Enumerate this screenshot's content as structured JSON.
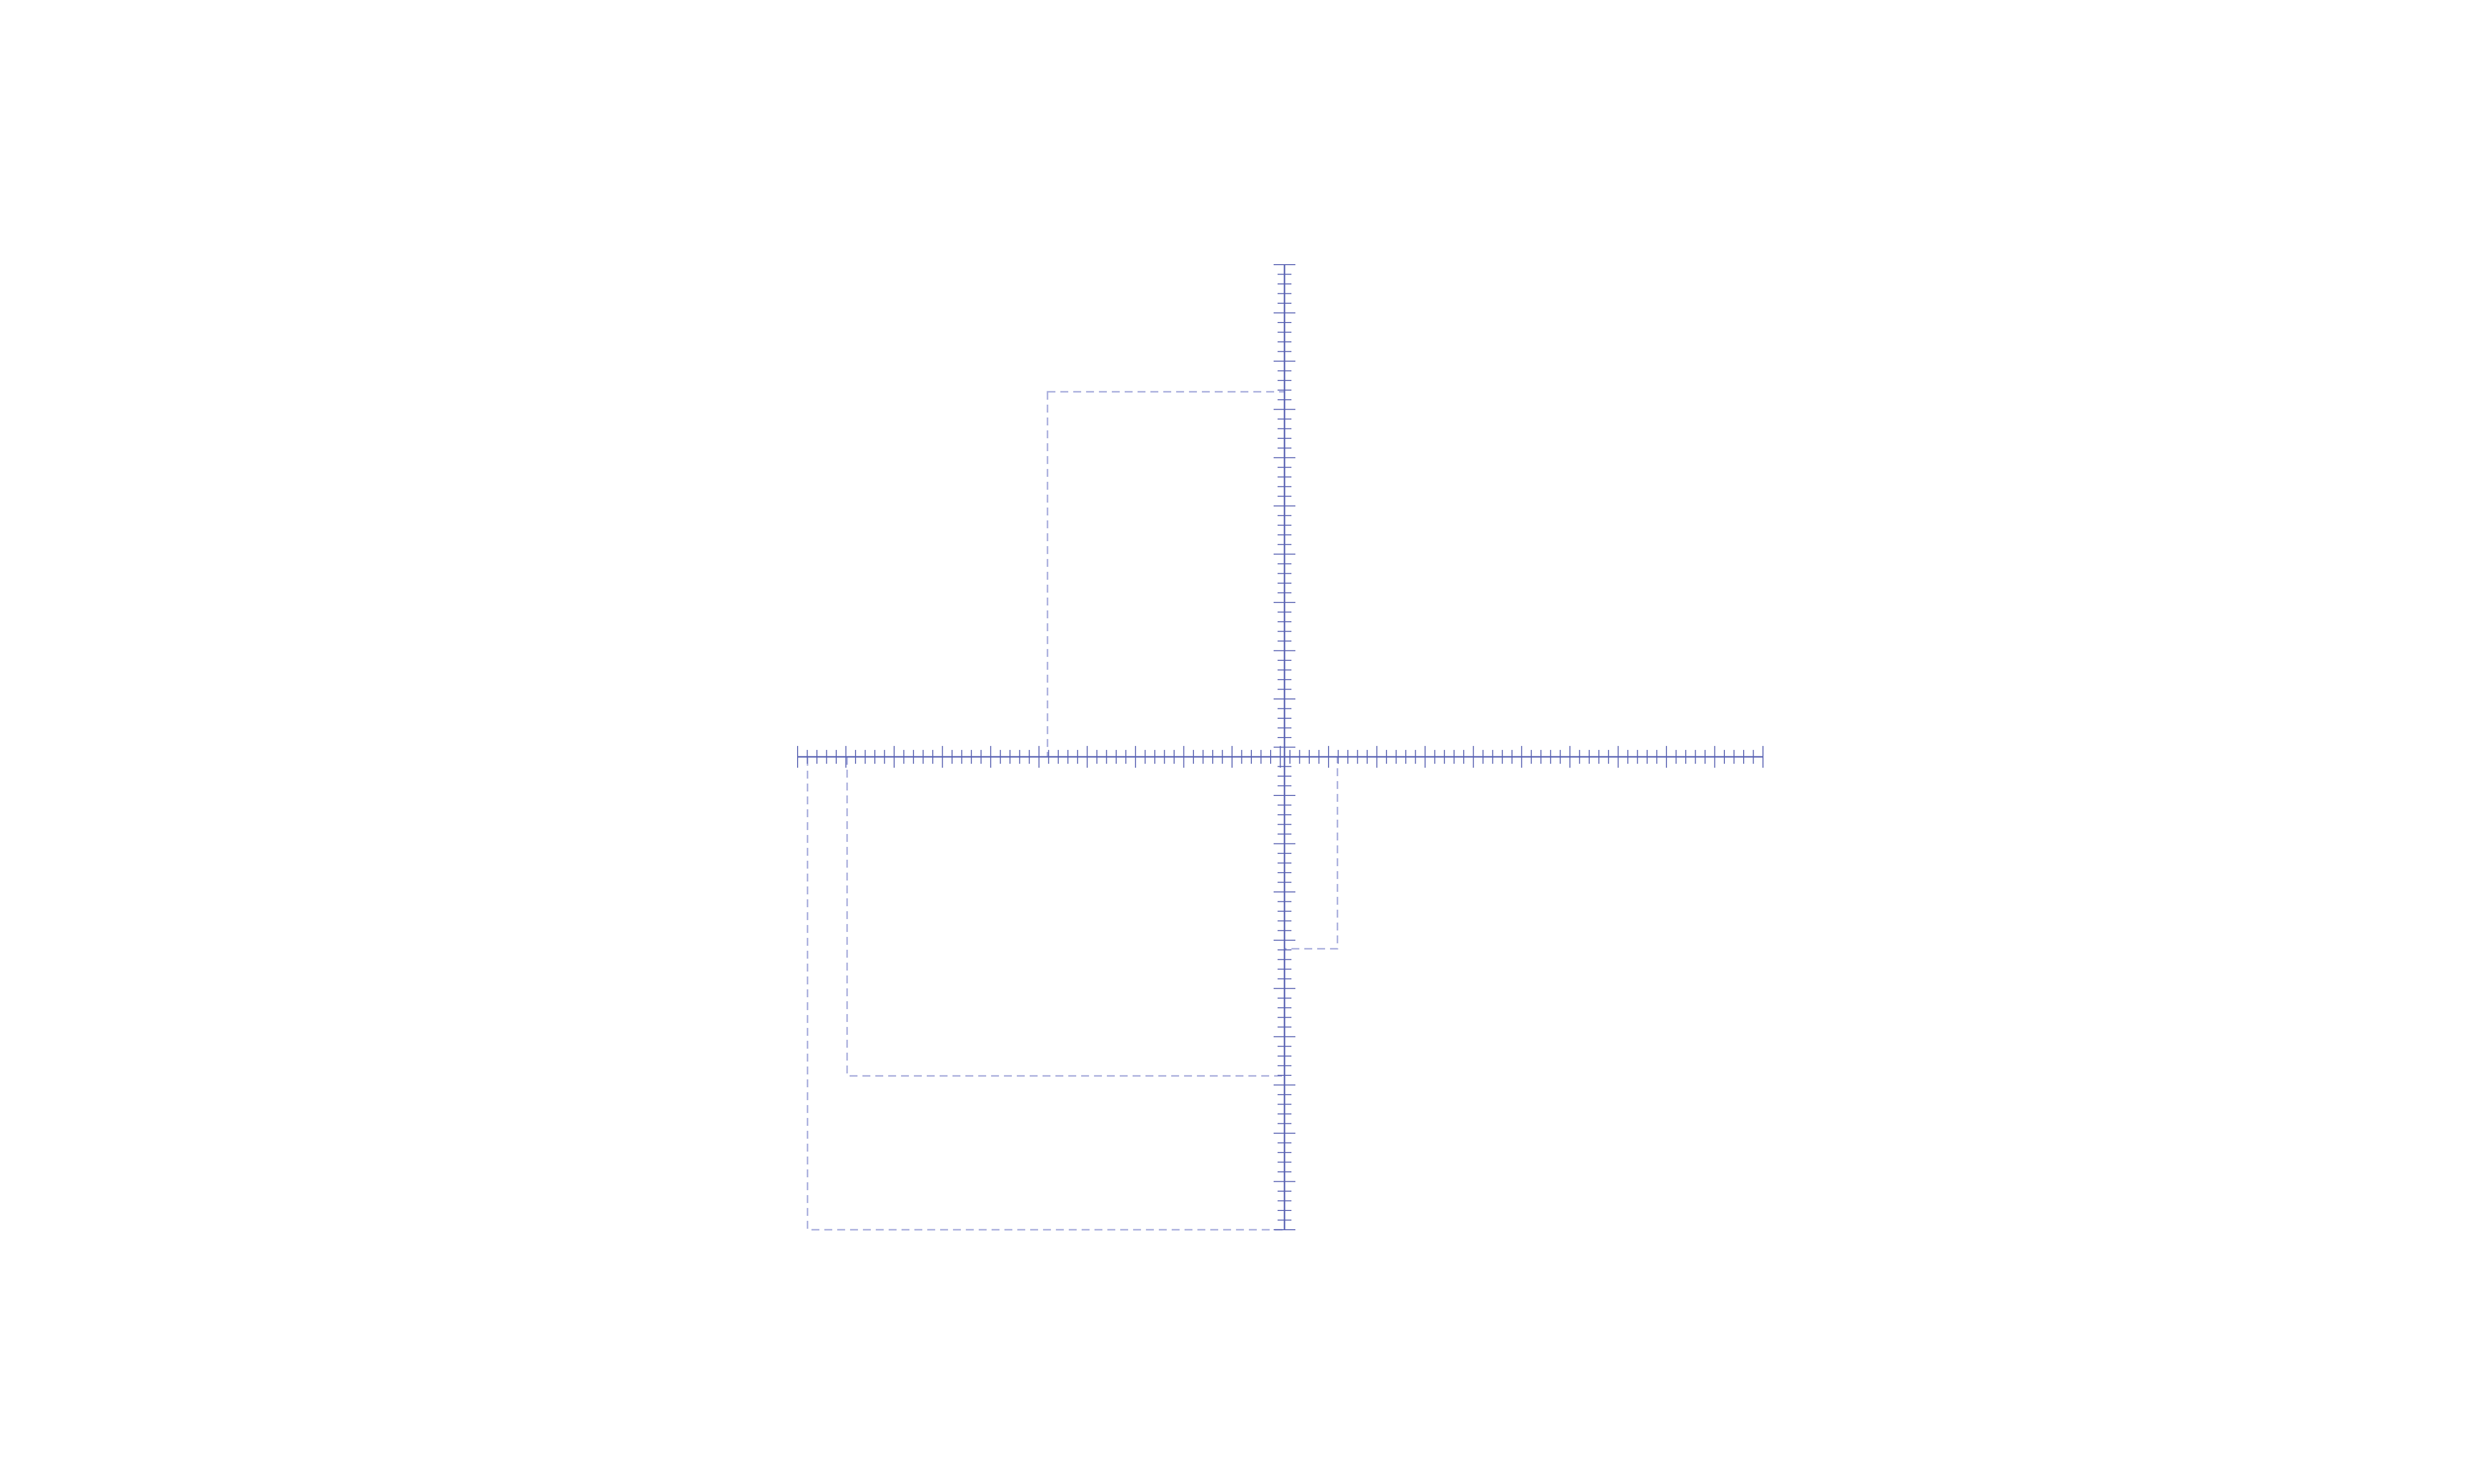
{
  "diagram": {
    "type": "coordinate-axes-with-dashed-guides",
    "colors": {
      "axis": "#5a63b3",
      "guide": "#a7acdc",
      "background": "#ffffff"
    },
    "x_axis": {
      "tick_count": 100
    },
    "y_axis": {
      "tick_count": 100
    },
    "guides": [
      {
        "name": "guide-upper-left",
        "quadrant": "upper-left"
      },
      {
        "name": "guide-lower-left-inner",
        "quadrant": "lower-left"
      },
      {
        "name": "guide-lower-left-outer",
        "quadrant": "lower-left"
      },
      {
        "name": "guide-lower-right-small",
        "quadrant": "lower-right"
      }
    ]
  }
}
